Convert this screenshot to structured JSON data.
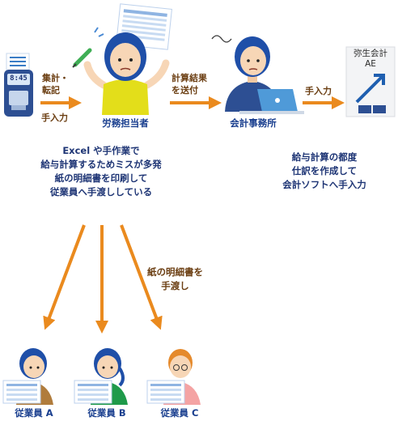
{
  "timeclock": {
    "display_time": "8:45"
  },
  "flow": {
    "clock_to_staff_label_line1": "集計・",
    "clock_to_staff_label_line2": "転記",
    "clock_to_staff_sub_label": "手入力",
    "staff_to_office_label_line1": "計算結果",
    "staff_to_office_label_line2": "を送付",
    "office_to_software_label": "手入力",
    "distribute_label_line1": "紙の明細書を",
    "distribute_label_line2": "手渡し"
  },
  "actors": {
    "staff_caption": "労務担当者",
    "office_caption": "会計事務所"
  },
  "software_box": {
    "title_line1": "弥生会計",
    "title_line2": "AE"
  },
  "notes": {
    "staff_note": [
      "Excel や手作業で",
      "給与計算するためミスが多発",
      "紙の明細書を印刷して",
      "従業員へ手渡ししている"
    ],
    "office_note": [
      "給与計算の都度",
      "仕訳を作成して",
      "会計ソフトへ手入力"
    ]
  },
  "employees": [
    {
      "caption": "従業員 A"
    },
    {
      "caption": "従業員 B"
    },
    {
      "caption": "従業員 C"
    }
  ],
  "colors": {
    "arrow": "#ea8a1e",
    "label_brown": "#6b3e12",
    "label_blue": "#1a3f8f",
    "hair": "#1f4fa8",
    "staff_shirt": "#e3de1a",
    "skin": "#f7d6b6"
  }
}
